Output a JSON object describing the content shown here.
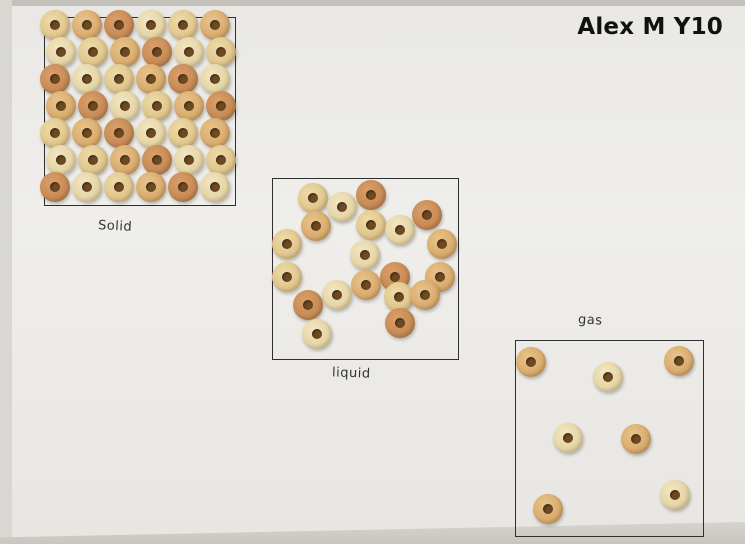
{
  "watermark": "Alex M Y10",
  "labels": {
    "solid": "Solid",
    "liquid": "liquid",
    "gas": "gas"
  },
  "colors": {
    "paper": "#efeeeb",
    "pen": "#2f2f2f",
    "cereal_light": "#eedca8",
    "cereal_mid": "#e9c48a",
    "cereal_dark": "#dba06a"
  }
}
